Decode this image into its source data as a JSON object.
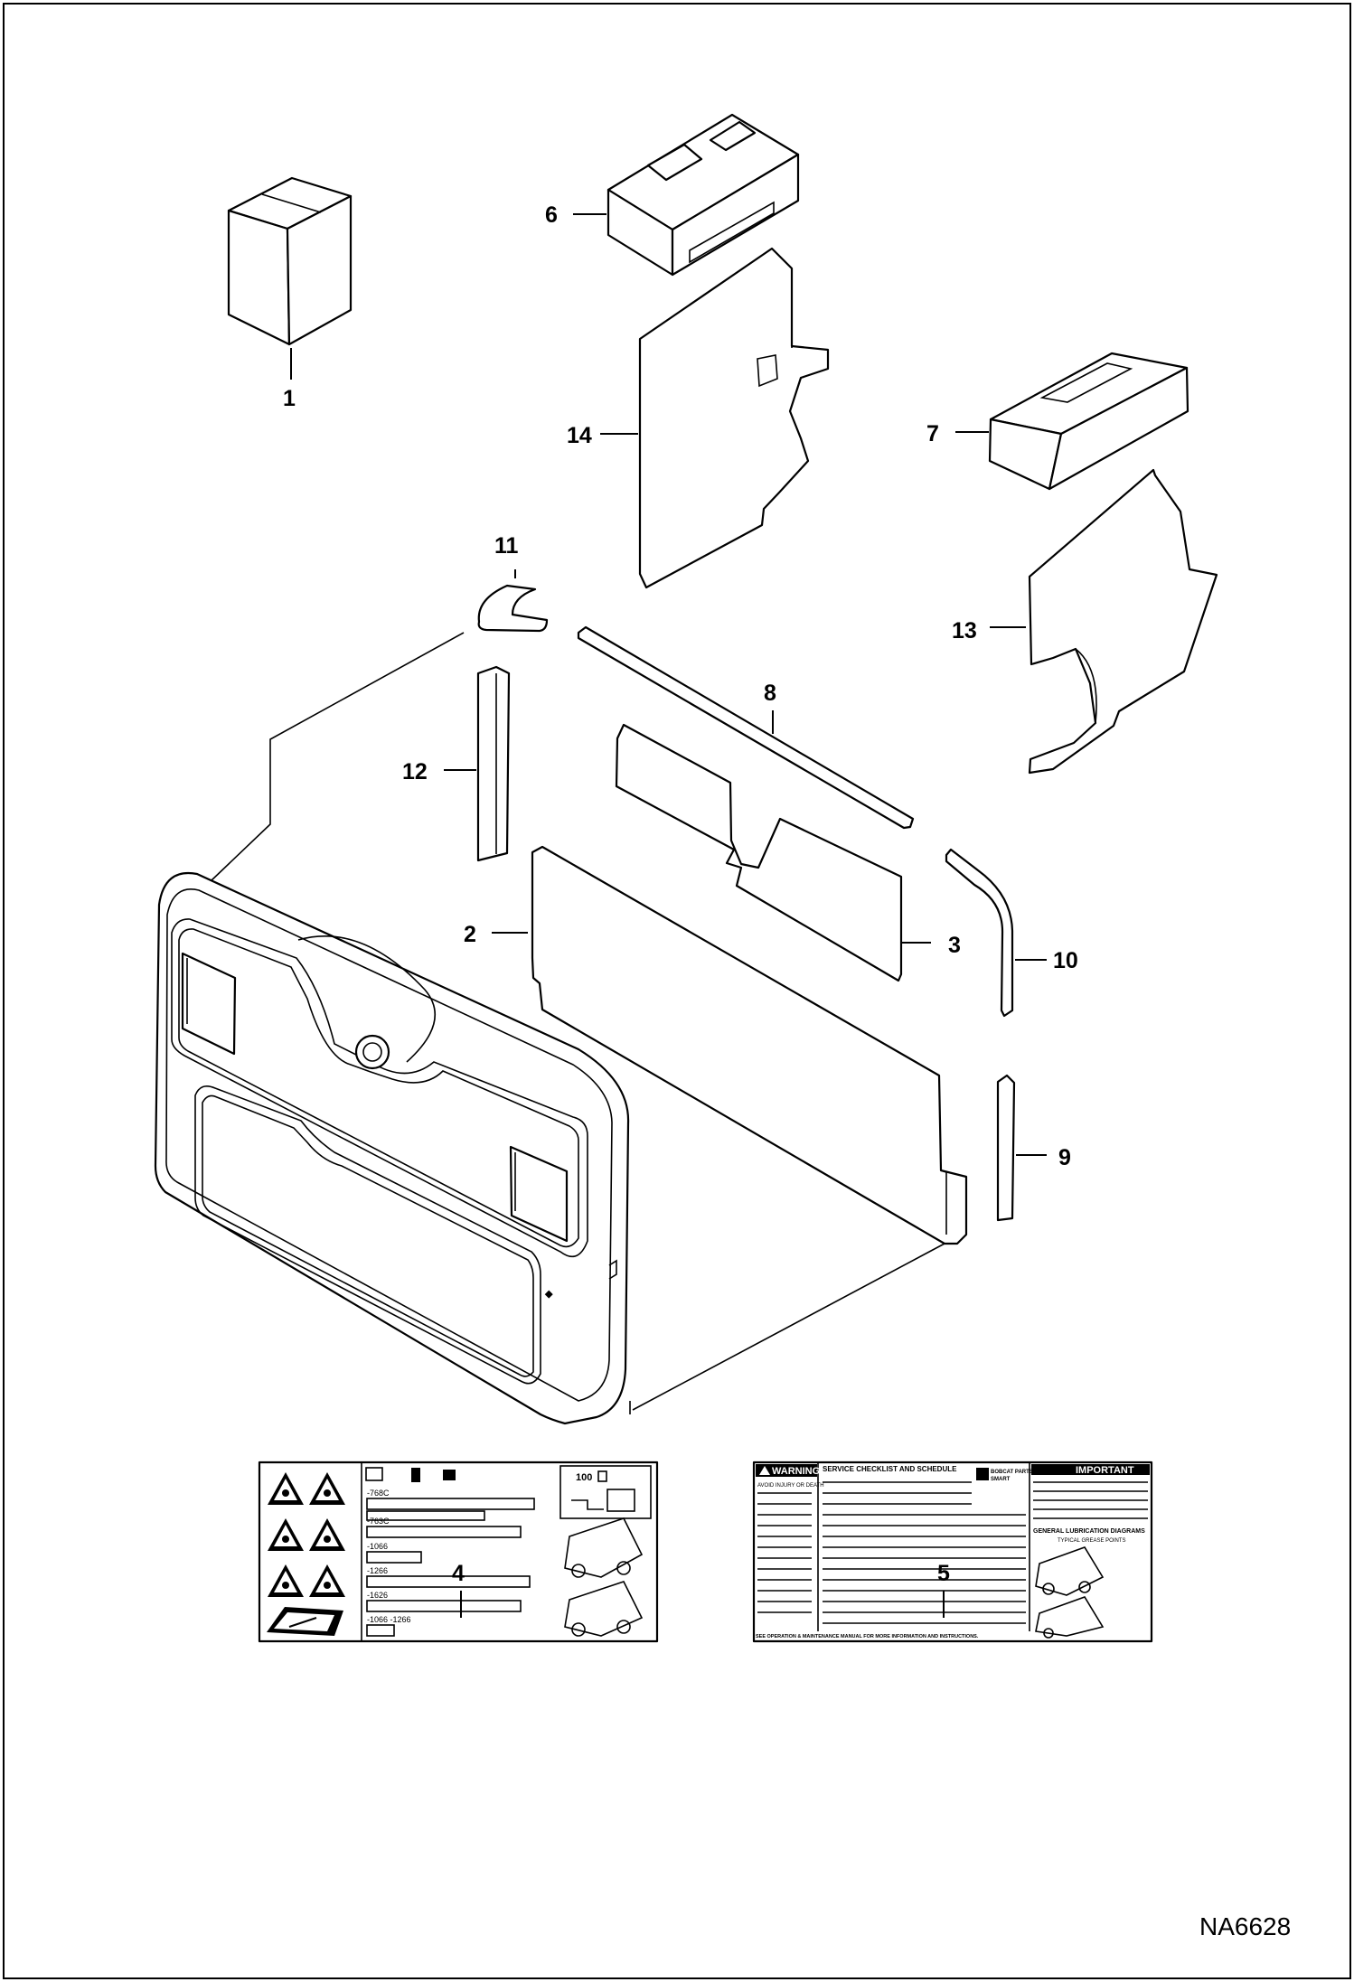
{
  "diagram": {
    "reference_code": "NA6628",
    "callouts": [
      "1",
      "2",
      "3",
      "4",
      "5",
      "6",
      "7",
      "8",
      "9",
      "10",
      "11",
      "12",
      "13",
      "14"
    ],
    "decal_4": {
      "box_label": "100",
      "rows": [
        "-768C",
        "-763C",
        "-1066",
        "-1266",
        "-1626",
        "-1066 -1266"
      ]
    },
    "decal_5": {
      "warning": "WARNING",
      "warning_lines": [
        "AVOID INJURY OR DEATH"
      ],
      "service_title": "SERVICE CHECKLIST AND SCHEDULE",
      "parts_brand": [
        "BOBCAT PARTS",
        "SMART"
      ],
      "important": "IMPORTANT",
      "lube_title": "GENERAL LUBRICATION DIAGRAMS",
      "lube_sub": "TYPICAL GREASE POINTS",
      "footer": "SEE OPERATION & MAINTENANCE MANUAL FOR MORE INFORMATION AND INSTRUCTIONS."
    }
  }
}
